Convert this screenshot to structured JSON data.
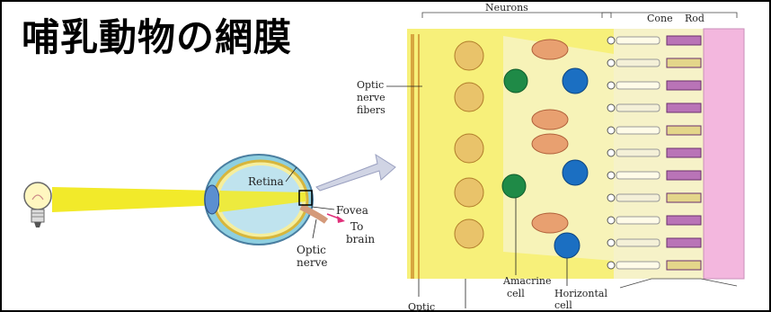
{
  "title": "哺乳動物の網膜",
  "labels": {
    "neurons": "Neurons",
    "cone": "Cone",
    "rod": "Rod",
    "optic_nerve_fibers": [
      "Optic",
      "nerve",
      "fibers"
    ],
    "retina": "Retina",
    "fovea": "Fovea",
    "to_brain": [
      "To",
      "brain"
    ],
    "optic_nerve": [
      "Optic",
      "nerve"
    ],
    "amacrine_cell": [
      "Amacrine",
      "cell"
    ],
    "horizontal_cell": [
      "Horizontal",
      "cell"
    ],
    "optic_cut": "Optic"
  },
  "colors": {
    "light_beam": "#f2ea2a",
    "retina_bg": "#f7f07a",
    "neuron": "#e8a070",
    "ganglion": "#e9c36a",
    "amacrine": "#1f8a47",
    "horizontal": "#1b6fc2",
    "pigment": "#f3b7de",
    "rod": "#8a3e8e"
  }
}
